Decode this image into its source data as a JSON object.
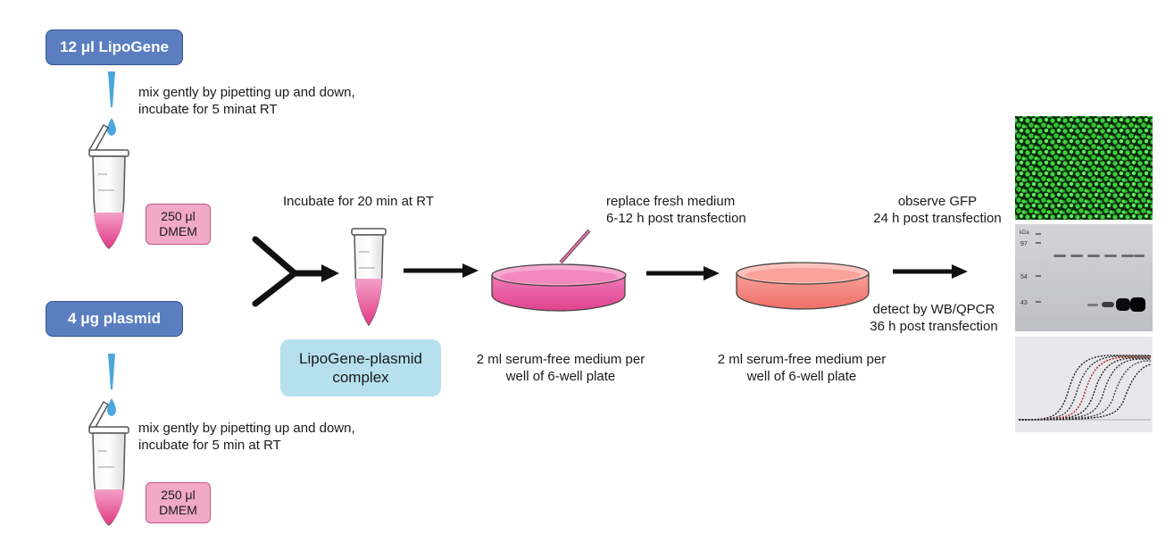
{
  "reagents": {
    "lipogene": "12 μl LipoGene",
    "plasmid": "4 μg plasmid"
  },
  "instructions": {
    "mix_top_line1": "mix gently by pipetting up and down,",
    "mix_top_line2": "incubate for 5 minat RT",
    "mix_bottom_line1": "mix gently by pipetting up and down,",
    "mix_bottom_line2": "incubate for 5 min at RT"
  },
  "tubes": {
    "top_volume": "250 μl",
    "top_medium": "DMEM",
    "bottom_volume": "250 μl",
    "bottom_medium": "DMEM"
  },
  "steps": {
    "incubate": "Incubate for 20 min at RT",
    "complex_line1": "LipoGene-plasmid",
    "complex_line2": "complex",
    "replace_line1": "replace fresh medium",
    "replace_line2": "6-12 h post transfection",
    "dish1_line1": "2 ml serum-free medium per",
    "dish1_line2": "well of 6-well plate",
    "dish2_line1": "2 ml serum-free medium per",
    "dish2_line2": "well of 6-well plate"
  },
  "readouts": {
    "gfp_line1": "observe GFP",
    "gfp_line2": "24 h post transfection",
    "wb_line1": "detect by WB/QPCR",
    "wb_line2": "36 h post transfection"
  },
  "colors": {
    "pill_fill": "#5a7ec0",
    "medium_pink": "#e8468f",
    "medium_salmon": "#f27a73",
    "complex_fill": "#b6e0ee",
    "gfp_green": "#3cd23c"
  }
}
